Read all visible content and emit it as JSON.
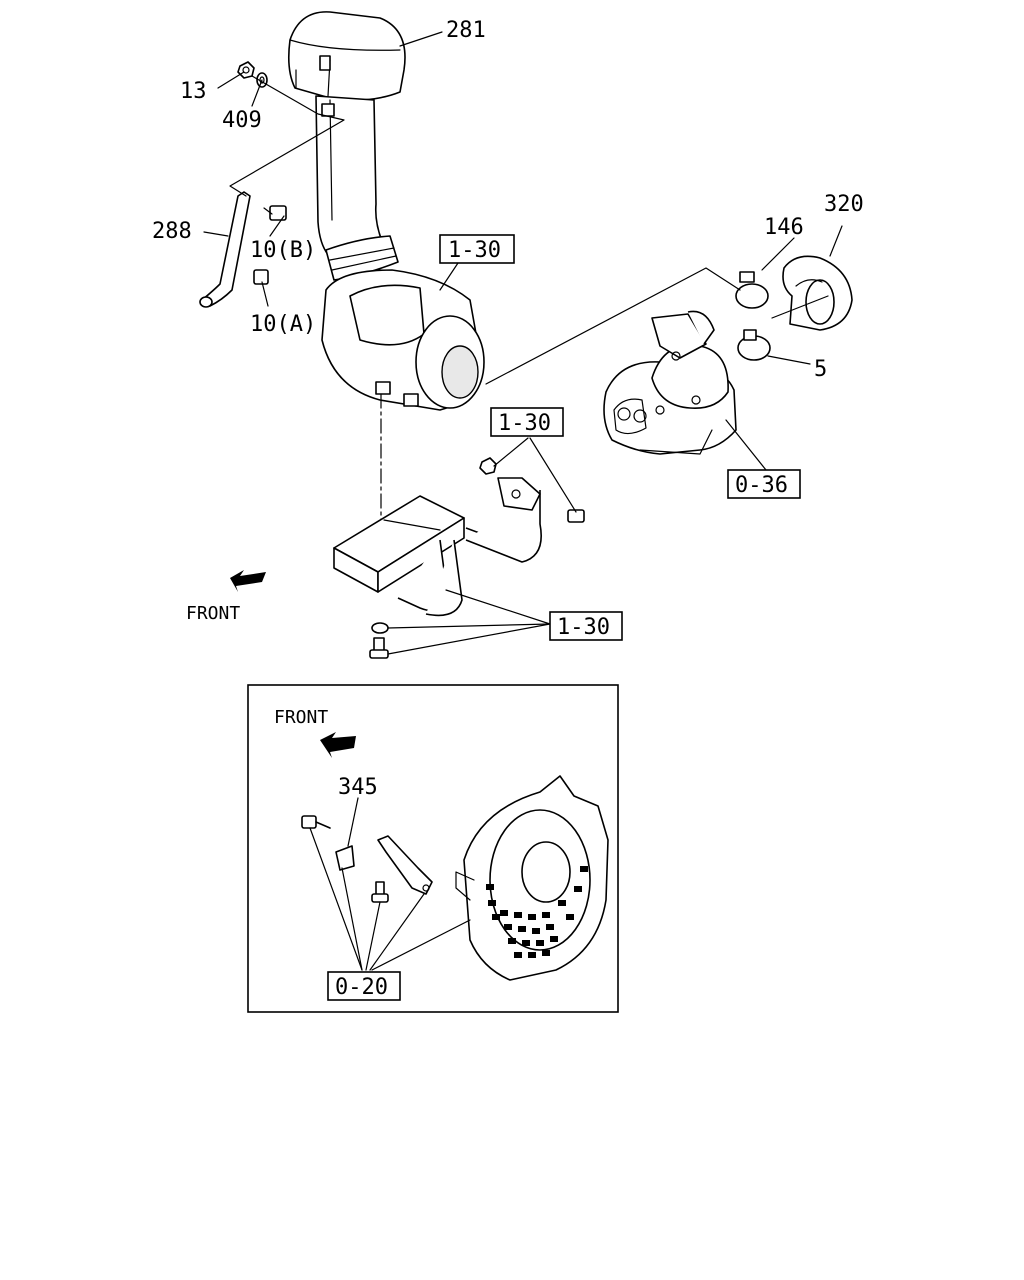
{
  "diagram": {
    "callouts": {
      "c281": "281",
      "c13": "13",
      "c409": "409",
      "c288": "288",
      "c10b": "10(B)",
      "c10a": "10(A)",
      "c146": "146",
      "c320": "320",
      "c5": "5",
      "c345": "345"
    },
    "references": {
      "r_aircleaner": "1-30",
      "r_bracket_upper": "1-30",
      "r_bracket_lower": "1-30",
      "r_turbo": "0-36",
      "r_flywheel": "0-20"
    },
    "front_labels": {
      "main": "FRONT",
      "inset": "FRONT"
    }
  }
}
